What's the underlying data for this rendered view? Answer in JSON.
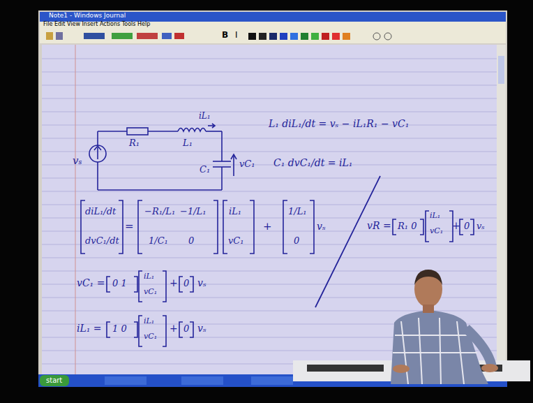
{
  "diagram": {
    "labels": [
      "Note1 - Windows Journal",
      "File  Edit  View  Insert  Actions  Tools  Help",
      "B",
      "I",
      "vₛ",
      "R₁",
      "L₁",
      "iL₁",
      "C₁",
      "vC₁",
      "L₁ diL₁/dt = vₛ − iL₁R₁ − vC₁",
      "C₁ dvC₁/dt = iL₁",
      "diL₁/dt",
      "dvC₁/dt",
      "=",
      "−R₁/L₁",
      "−1/L₁",
      "1/C₁",
      "0",
      "iL₁",
      "vC₁",
      "+",
      "1/L₁",
      "0",
      "vₛ",
      "vR =",
      "R₁ 0",
      "iL₁",
      "vC₁",
      "+",
      "0",
      "vₛ",
      "vC₁ =",
      "0 1",
      "iL₁",
      "vC₁",
      "+",
      "0",
      "vₛ",
      "iL₁ =",
      "1 0",
      "iL₁",
      "vC₁",
      "+",
      "0",
      "vₛ",
      "start"
    ]
  }
}
